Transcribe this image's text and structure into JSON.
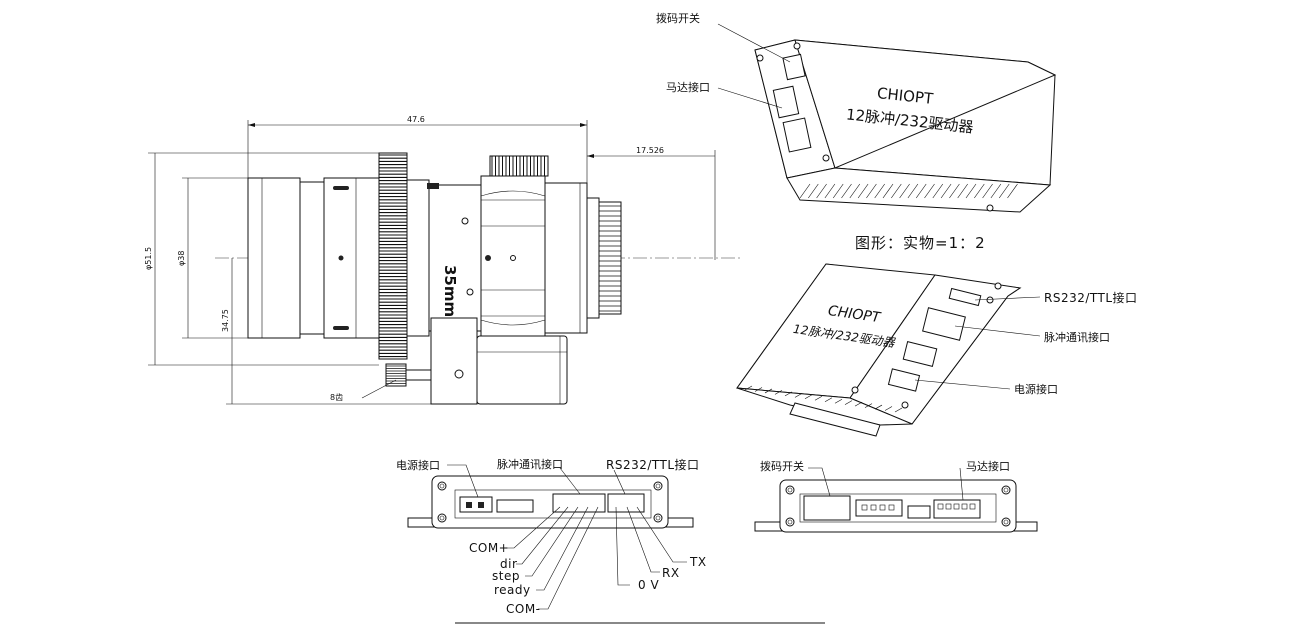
{
  "lens": {
    "dim_length": "47.6",
    "dim_back": "17.526",
    "dim_dia_outer": "φ51.5",
    "dim_dia_inner": "φ38",
    "dim_height": "34.75",
    "gear_note": "8齿",
    "focal_marking": "35mm"
  },
  "top_box": {
    "brand": "CHIOPT",
    "model": "12脉冲/232驱动器",
    "dip_switch_label": "拨码开关",
    "motor_port_label": "马达接口"
  },
  "scale_note": "图形：实物=1：2",
  "bottom_box": {
    "brand": "CHIOPT",
    "model": "12脉冲/232驱动器",
    "rs232_label": "RS232/TTL接口",
    "pulse_label": "脉冲通讯接口",
    "power_label": "电源接口"
  },
  "front_view": {
    "power_label": "电源接口",
    "pulse_label": "脉冲通讯接口",
    "rs232_label": "RS232/TTL接口",
    "pins_left": [
      "COM+",
      "dir",
      "step",
      "ready",
      "COM-"
    ],
    "pin_0v": "0 V",
    "pin_rx": "RX",
    "pin_tx": "TX"
  },
  "rear_view": {
    "dip_switch_label": "拨码开关",
    "motor_port_label": "马达接口"
  }
}
